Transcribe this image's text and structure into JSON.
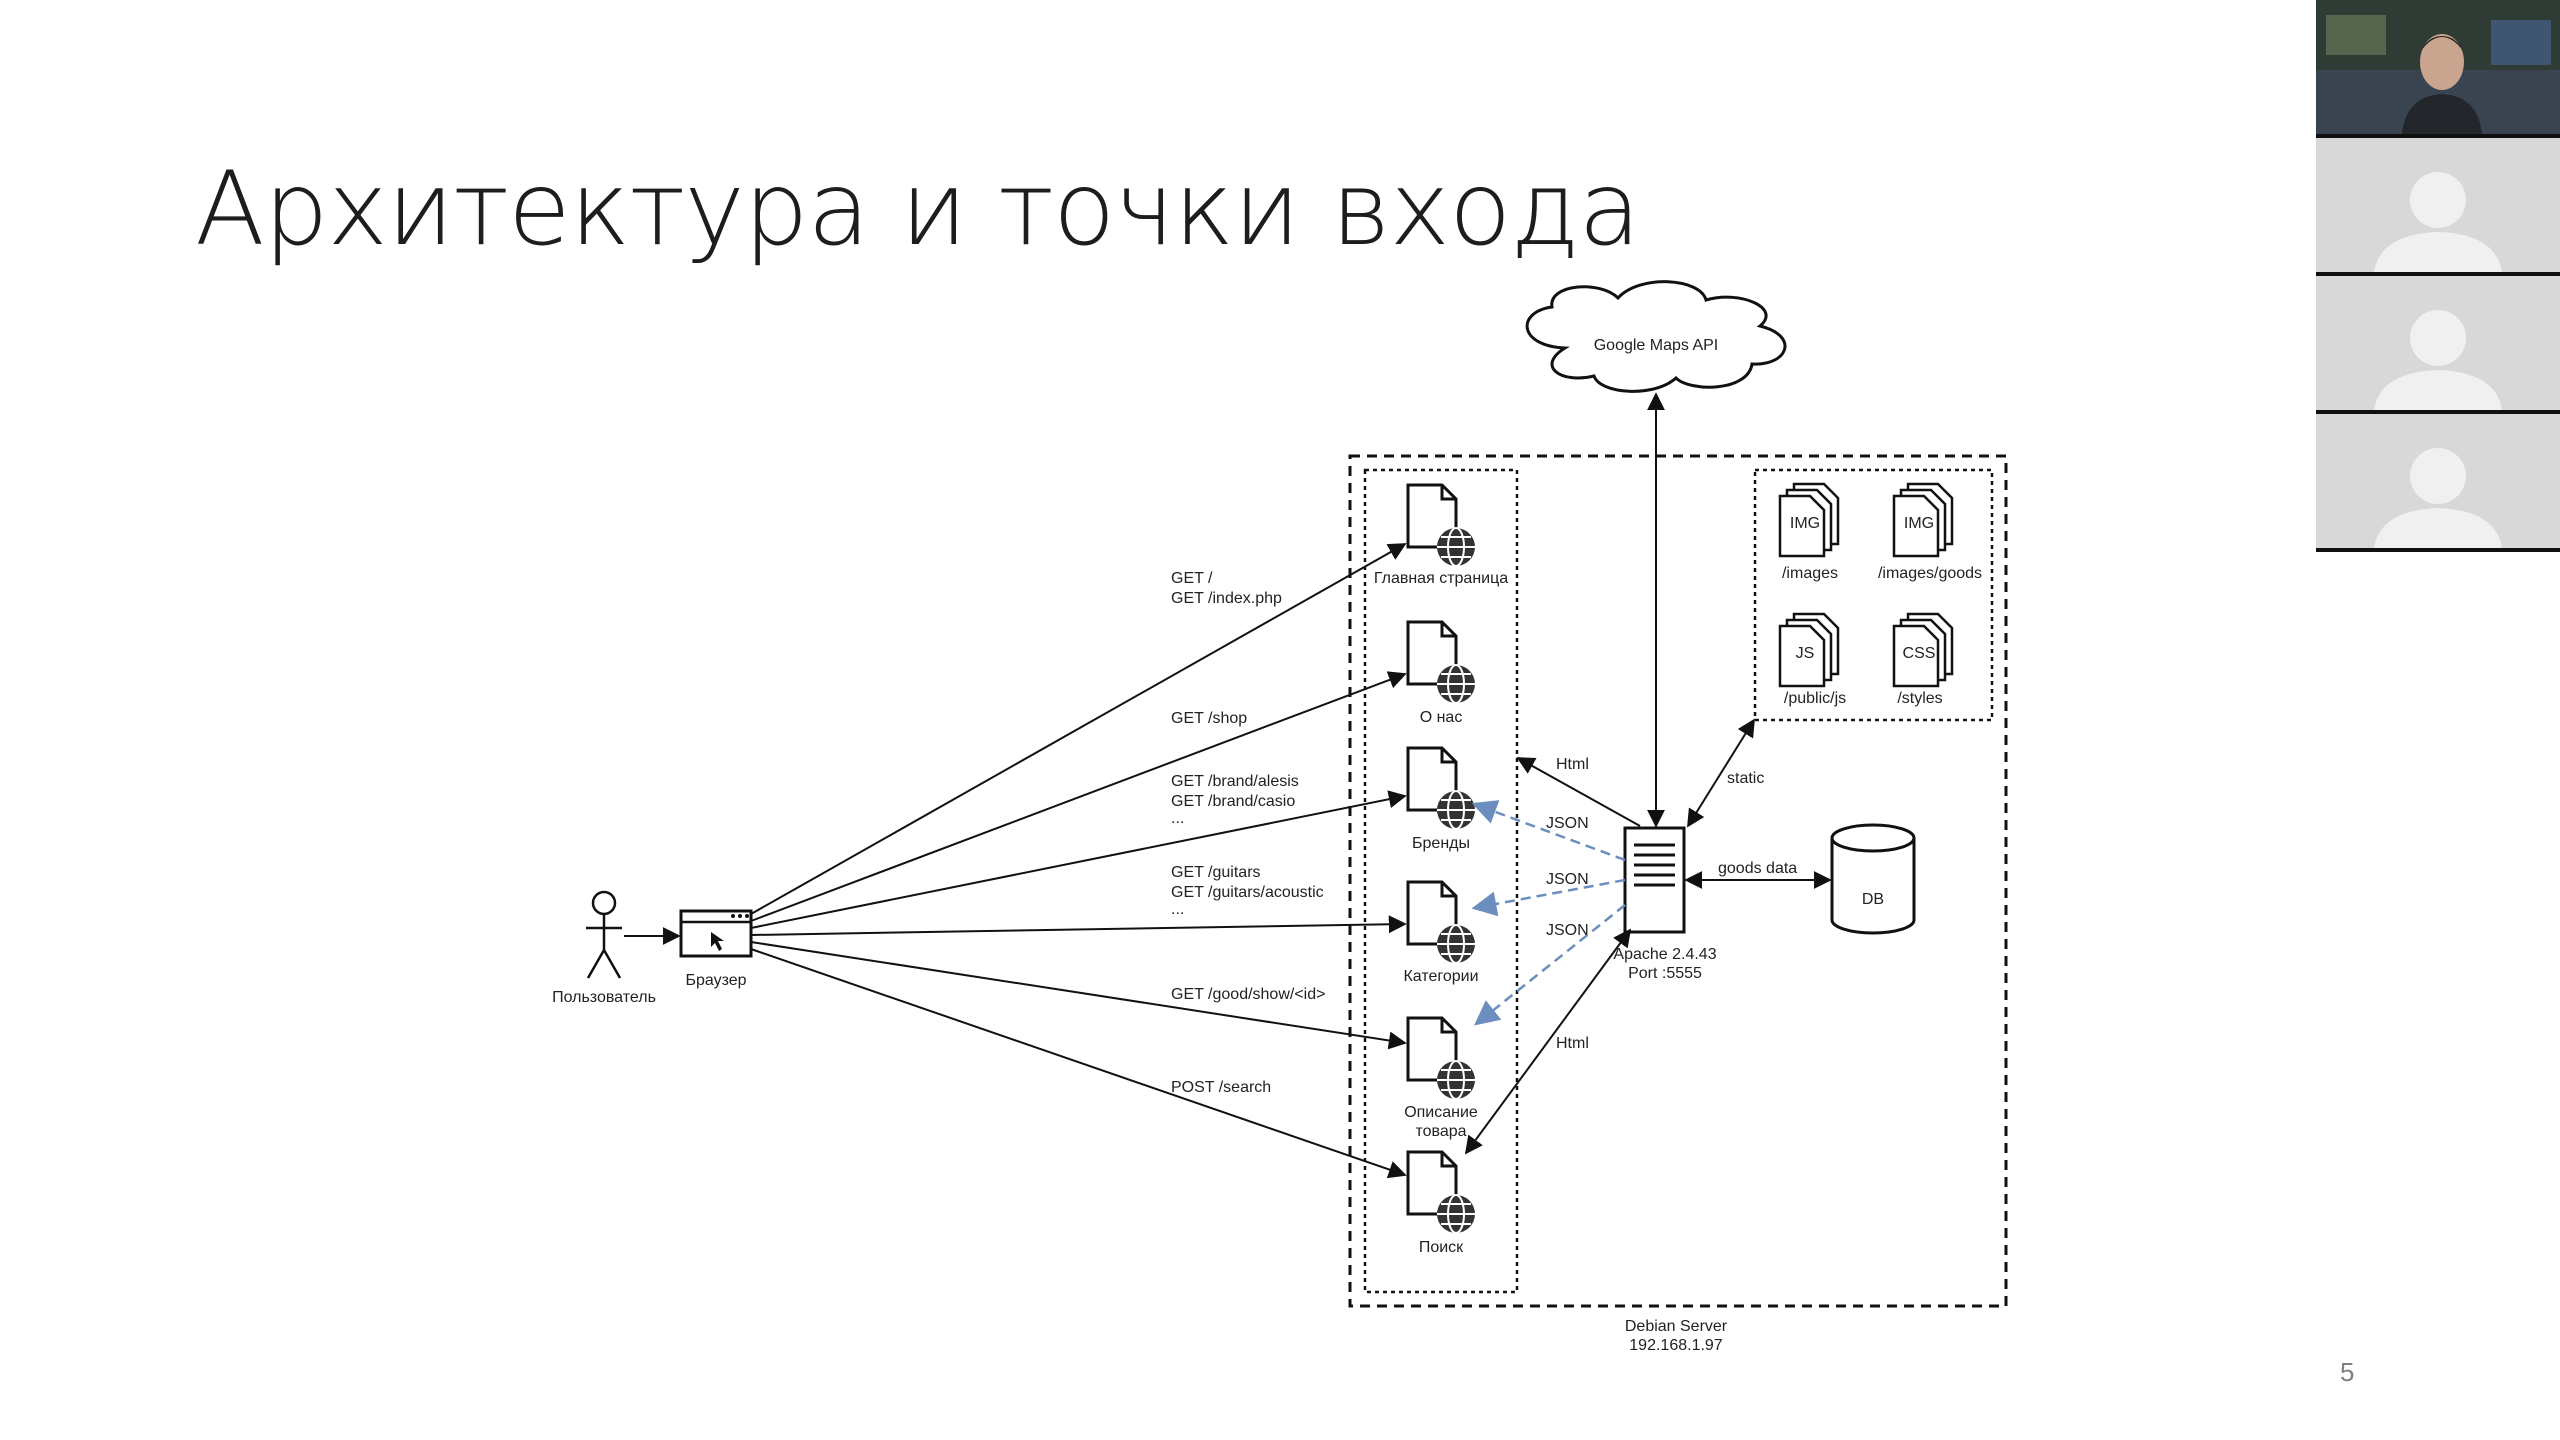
{
  "slide": {
    "title": "Архитектура и точки входа",
    "page_number": "5"
  },
  "diagram": {
    "cloud_label": "Google Maps API",
    "actor_label": "Пользователь",
    "browser_label": "Браузер",
    "pages": [
      {
        "label": "Главная страница"
      },
      {
        "label": "О нас"
      },
      {
        "label": "Бренды"
      },
      {
        "label": "Категории"
      },
      {
        "label_line1": "Описание",
        "label_line2": "товара"
      },
      {
        "label": "Поиск"
      }
    ],
    "requests": [
      {
        "line1": "GET /",
        "line2": "GET /index.php"
      },
      {
        "line1": "GET /shop"
      },
      {
        "line1": "GET /brand/alesis",
        "line2": "GET /brand/casio",
        "line3": "..."
      },
      {
        "line1": "GET /guitars",
        "line2": "GET /guitars/acoustic",
        "line3": "..."
      },
      {
        "line1": "GET /good/show/<id>"
      },
      {
        "line1": "POST /search"
      }
    ],
    "server": {
      "line1": "Apache 2.4.43",
      "line2": "Port :5555"
    },
    "edge_labels": {
      "html_top": "Html",
      "json_1": "JSON",
      "json_2": "JSON",
      "json_3": "JSON",
      "html_bottom": "Html",
      "static": "static",
      "goods_data": "goods data"
    },
    "db_label": "DB",
    "static_files": [
      {
        "tag": "IMG",
        "path": "/images"
      },
      {
        "tag": "IMG",
        "path": "/images/goods"
      },
      {
        "tag": "JS",
        "path": "/public/js"
      },
      {
        "tag": "CSS",
        "path": "/styles"
      }
    ],
    "server_group": {
      "line1": "Debian Server",
      "line2": "192.168.1.97"
    },
    "json_arrow_color": "#6c8ebf"
  },
  "video": {
    "tiles": [
      {
        "kind": "camera"
      },
      {
        "kind": "avatar"
      },
      {
        "kind": "avatar"
      },
      {
        "kind": "avatar"
      }
    ]
  }
}
